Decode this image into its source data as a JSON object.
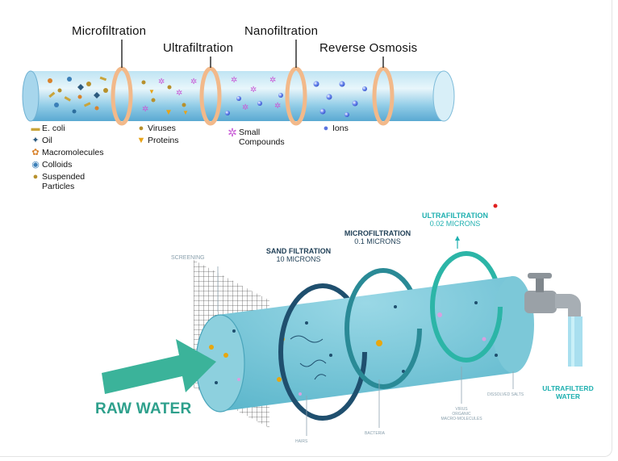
{
  "top_diagram": {
    "stages": [
      {
        "id": "micro",
        "label": "Microfiltration"
      },
      {
        "id": "ultra",
        "label": "Ultrafiltration"
      },
      {
        "id": "nano",
        "label": "Nanofiltration"
      },
      {
        "id": "ro",
        "label": "Reverse Osmosis"
      }
    ],
    "legend": [
      {
        "icon": "e-coli-icon",
        "label": "E. coli"
      },
      {
        "icon": "oil-icon",
        "label": "Oil"
      },
      {
        "icon": "macromolecule-icon",
        "label": "Macromolecules"
      },
      {
        "icon": "colloid-icon",
        "label": "Colloids"
      },
      {
        "icon": "suspended-particle-icon",
        "label": "Suspended\nParticles"
      },
      {
        "icon": "virus-icon",
        "label": "Viruses"
      },
      {
        "icon": "protein-icon",
        "label": "Proteins"
      },
      {
        "icon": "small-compound-icon",
        "label": "Small\nCompounds"
      },
      {
        "icon": "ion-icon",
        "label": "Ions"
      }
    ]
  },
  "bottom_diagram": {
    "screening_label": "SCREENING",
    "raw_water_label": "RAW WATER",
    "stages": [
      {
        "title": "SAND FILTRATION",
        "size": "10 MICRONS"
      },
      {
        "title": "MICROFILTRATION",
        "size": "0.1 MICRONS"
      },
      {
        "title": "ULTRAFILTRATION",
        "size": "0.02 MICRONS"
      }
    ],
    "outlet_label": "ULTRAFILTERD\nWATER",
    "callouts": {
      "hairs": "HAIRS",
      "bacteria": "BACTERIA",
      "virus": "VIRUS\nORGANIC\nMACRO-MOLECULES",
      "salts": "DISSOLVED SALTS"
    },
    "colors": {
      "tube": "#6cc3d5",
      "ring_dark": "#1f4f6e",
      "ring_mid": "#2a8a96",
      "ring_light": "#2cb5a7",
      "arrow": "#3bb39a",
      "raw_text": "#2ea08c",
      "uf_text": "#1fb0b0"
    }
  }
}
